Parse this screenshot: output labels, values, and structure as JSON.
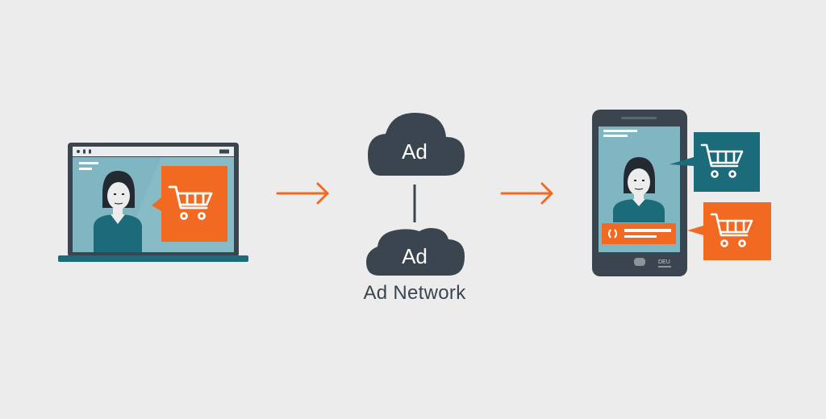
{
  "network": {
    "cloud_top_label": "Ad",
    "cloud_bottom_label": "Ad",
    "caption": "Ad Network"
  },
  "phone": {
    "home_label": "DEU"
  },
  "colors": {
    "background": "#ececec",
    "orange": "#f26a21",
    "teal": "#1b6b7a",
    "dark": "#3b4550",
    "screen": "#7fb6c2"
  },
  "icons": [
    "laptop-icon",
    "shopping-cart-icon",
    "arrow-right-icon",
    "cloud-icon",
    "smartphone-icon"
  ]
}
